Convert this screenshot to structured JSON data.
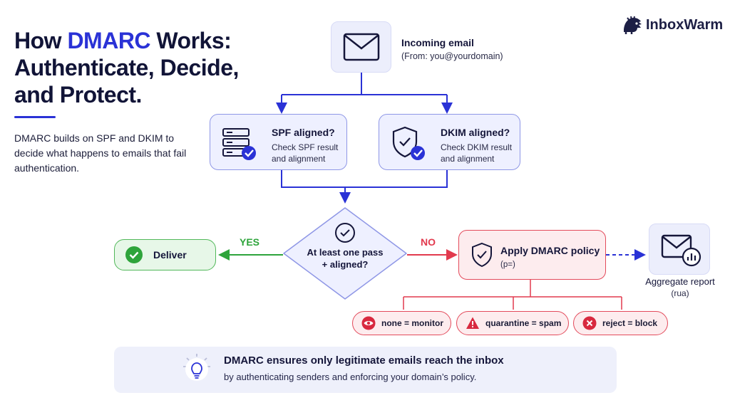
{
  "brand": {
    "name": "InboxWarm"
  },
  "header": {
    "title_part1": "How ",
    "title_highlight": "DMARC",
    "title_part2": " Works: Authenticate, Decide, and Protect.",
    "intro": "DMARC builds on SPF and DKIM to decide what happens to emails that fail authentication."
  },
  "incoming": {
    "title": "Incoming email",
    "subtitle": "(From: you@yourdomain)"
  },
  "spf": {
    "title": "SPF aligned?",
    "desc": "Check SPF result and alignment"
  },
  "dkim": {
    "title": "DKIM aligned?",
    "desc": "Check DKIM result and alignment"
  },
  "decision": {
    "question": "At least one pass + aligned?",
    "yes": "YES",
    "no": "NO"
  },
  "deliver": {
    "label": "Deliver"
  },
  "policy": {
    "title": "Apply DMARC policy",
    "subtitle": "(p=)",
    "options": [
      {
        "label": "none = monitor",
        "icon": "eye-icon"
      },
      {
        "label": "quarantine = spam",
        "icon": "warning-icon"
      },
      {
        "label": "reject = block",
        "icon": "x-circle-icon"
      }
    ]
  },
  "aggregate": {
    "title": "Aggregate report",
    "subtitle": "(rua)"
  },
  "banner": {
    "title": "DMARC ensures only legitimate emails reach the inbox",
    "subtitle": "by authenticating senders and enforcing your domain’s policy."
  },
  "colors": {
    "accent_blue": "#2a32d6",
    "pass_green": "#2ea43b",
    "fail_red": "#e23a4e",
    "tile_bg": "#eef0ff"
  }
}
